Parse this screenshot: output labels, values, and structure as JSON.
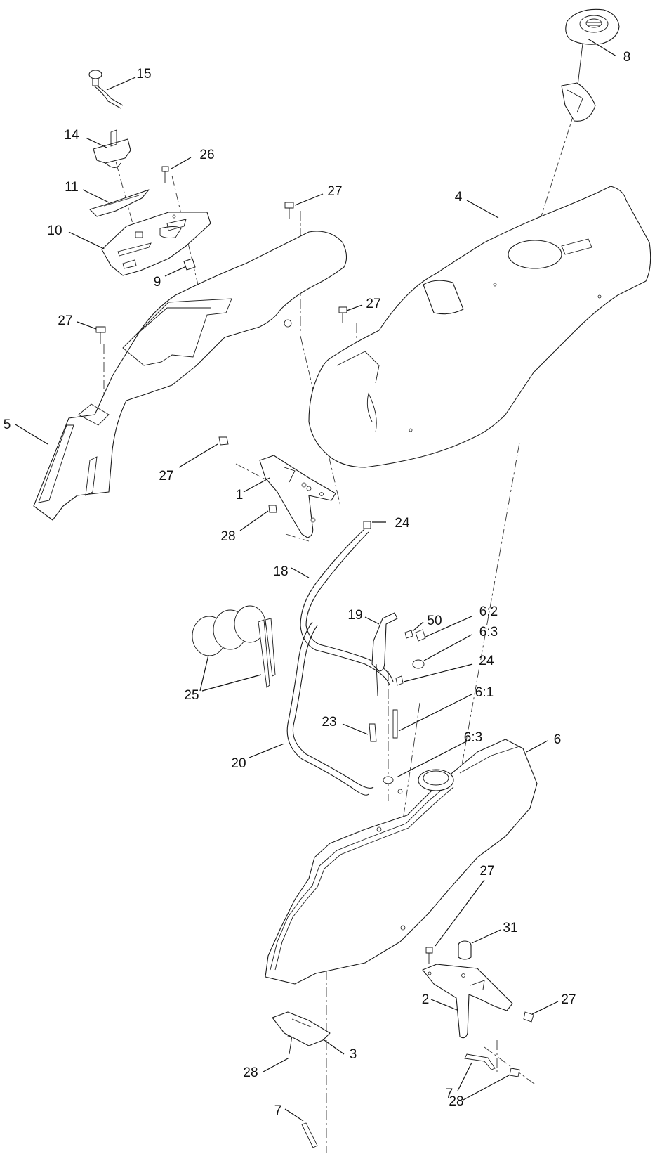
{
  "callouts": [
    {
      "id": "c8",
      "label": "8"
    },
    {
      "id": "c15",
      "label": "15"
    },
    {
      "id": "c14",
      "label": "14"
    },
    {
      "id": "c26",
      "label": "26"
    },
    {
      "id": "c11",
      "label": "11"
    },
    {
      "id": "c27a",
      "label": "27"
    },
    {
      "id": "c4",
      "label": "4"
    },
    {
      "id": "c10",
      "label": "10"
    },
    {
      "id": "c9",
      "label": "9"
    },
    {
      "id": "c27b",
      "label": "27"
    },
    {
      "id": "c27c",
      "label": "27"
    },
    {
      "id": "c5",
      "label": "5"
    },
    {
      "id": "c27d",
      "label": "27"
    },
    {
      "id": "c1",
      "label": "1"
    },
    {
      "id": "c28a",
      "label": "28"
    },
    {
      "id": "c24a",
      "label": "24"
    },
    {
      "id": "c18",
      "label": "18"
    },
    {
      "id": "c19",
      "label": "19"
    },
    {
      "id": "c50",
      "label": "50"
    },
    {
      "id": "c62",
      "label": "6:2"
    },
    {
      "id": "c63a",
      "label": "6:3"
    },
    {
      "id": "c24b",
      "label": "24"
    },
    {
      "id": "c25",
      "label": "25"
    },
    {
      "id": "c61",
      "label": "6:1"
    },
    {
      "id": "c23",
      "label": "23"
    },
    {
      "id": "c6",
      "label": "6"
    },
    {
      "id": "c63b",
      "label": "6:3"
    },
    {
      "id": "c20",
      "label": "20"
    },
    {
      "id": "c27e",
      "label": "27"
    },
    {
      "id": "c31",
      "label": "31"
    },
    {
      "id": "c2",
      "label": "2"
    },
    {
      "id": "c27f",
      "label": "27"
    },
    {
      "id": "c3",
      "label": "3"
    },
    {
      "id": "c7a",
      "label": "7"
    },
    {
      "id": "c28b",
      "label": "28"
    },
    {
      "id": "c28c",
      "label": "28"
    },
    {
      "id": "c7b",
      "label": "7"
    }
  ]
}
